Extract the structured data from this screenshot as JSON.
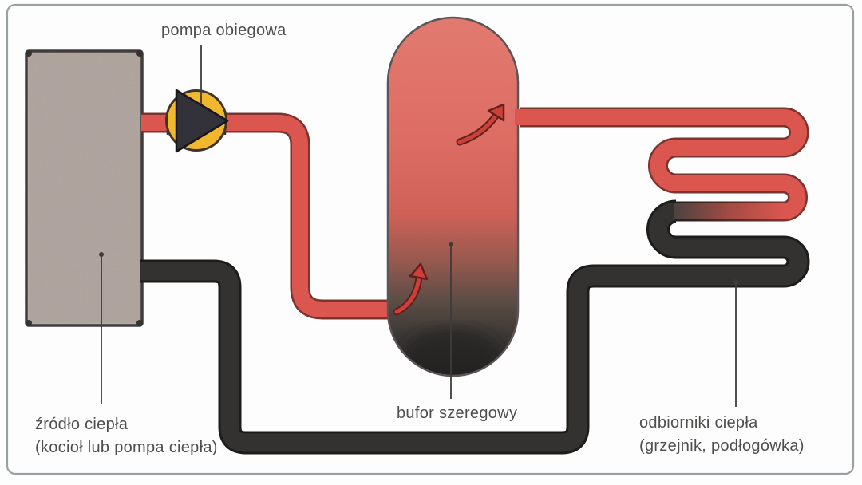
{
  "diagram": {
    "type": "heating-system-schematic",
    "labels": {
      "pump": "pompa obiegowa",
      "source_line1": "źródło ciepła",
      "source_line2": "(kocioł lub pompa ciepła)",
      "buffer": "bufor szeregowy",
      "receivers_line1": "odbiorniki ciepła",
      "receivers_line2": "(grzejnik, podłogówka)"
    },
    "colors": {
      "background": "#fdfdfd",
      "frame_border": "#9aa0a2",
      "hot_pipe": "#dc5650",
      "pipe_outline": "#7a332e",
      "return_pipe": "#343230",
      "return_pipe_outline": "#1d1c1b",
      "pump_body": "#f1b82d",
      "pump_rotor": "#33323a",
      "source_fill": "#b5a9a4",
      "source_outline": "#3f3e3c",
      "tank_top": "#e0746c",
      "tank_bottom": "#2c2b29",
      "text": "#4f4e4c",
      "leader_line": "#3d3c3a",
      "arrow": "#cc4039"
    }
  }
}
